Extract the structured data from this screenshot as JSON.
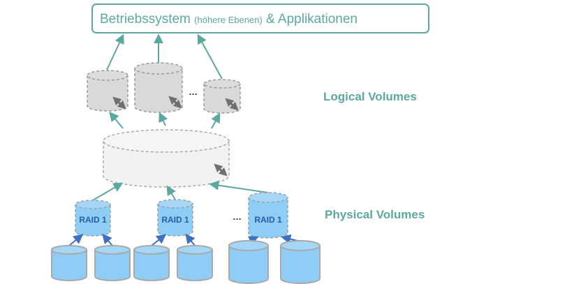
{
  "header": {
    "title_main": "Betriebssystem",
    "title_sub": "(höhere Ebenen)",
    "title_tail": "& Applikationen"
  },
  "labels": {
    "logical": "Logical Volumes",
    "physical": "Physical Volumes"
  },
  "raid_volumes": [
    {
      "label": "RAID 1"
    },
    {
      "label": "RAID 1"
    },
    {
      "label": "RAID 1"
    }
  ],
  "ellipsis": "…",
  "colors": {
    "accent": "#5ba8a0",
    "logical_fill": "#d9d9d9",
    "pool_fill": "#f2f2f2",
    "disk_fill": "#8ecdf5",
    "disk_stroke": "#a9a9a9",
    "raid_text": "#2a5aa8",
    "blue_arrow": "#3e6fc0"
  },
  "icons": {
    "resize": "resize-arrow-icon",
    "arrow_up": "arrow-icon"
  }
}
